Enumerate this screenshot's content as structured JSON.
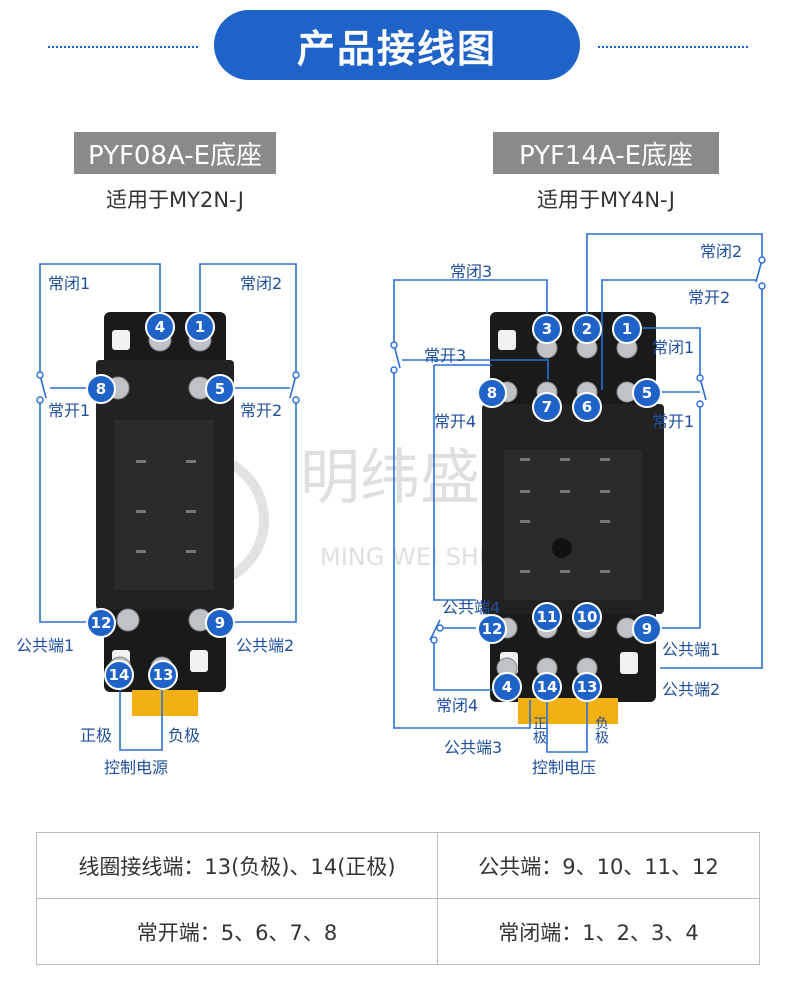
{
  "header": {
    "title": "产品接线图"
  },
  "left_base": {
    "model": "PYF08A-E底座",
    "fits": "适用于MY2N-J",
    "labels": {
      "nc1": "常闭1",
      "nc2": "常闭2",
      "no1": "常开1",
      "no2": "常开2",
      "com1": "公共端1",
      "com2": "公共端2",
      "positive": "正极",
      "negative": "负极",
      "power": "控制电源"
    },
    "terminals": [
      "4",
      "1",
      "8",
      "5",
      "12",
      "9",
      "14",
      "13"
    ]
  },
  "right_base": {
    "model": "PYF14A-E底座",
    "fits": "适用于MY4N-J",
    "labels": {
      "nc2": "常闭2",
      "nc3": "常闭3",
      "no2": "常开2",
      "nc1": "常闭1",
      "no3": "常开3",
      "no4": "常开4",
      "no1": "常开1",
      "com4": "公共端4",
      "com1": "公共端1",
      "com2": "公共端2",
      "nc4": "常闭4",
      "com3": "公共端3",
      "positive": "正极",
      "negative": "负极",
      "power": "控制电压"
    },
    "terminals": [
      "3",
      "2",
      "1",
      "8",
      "7",
      "6",
      "5",
      "11",
      "10",
      "12",
      "9",
      "4",
      "14",
      "13"
    ]
  },
  "watermark": {
    "cn": "明纬盛世",
    "en": "MING WEI SHENG SHI"
  },
  "table": {
    "rows": [
      [
        "线圈接线端：13(负极)、14(正极)",
        "公共端：9、10、11、12"
      ],
      [
        "常开端：5、6、7、8",
        "常闭端：1、2、3、4"
      ]
    ]
  },
  "colors": {
    "accent": "#1f63c9",
    "tag": "#8a8a8a",
    "wire": "#2a6fd6"
  }
}
